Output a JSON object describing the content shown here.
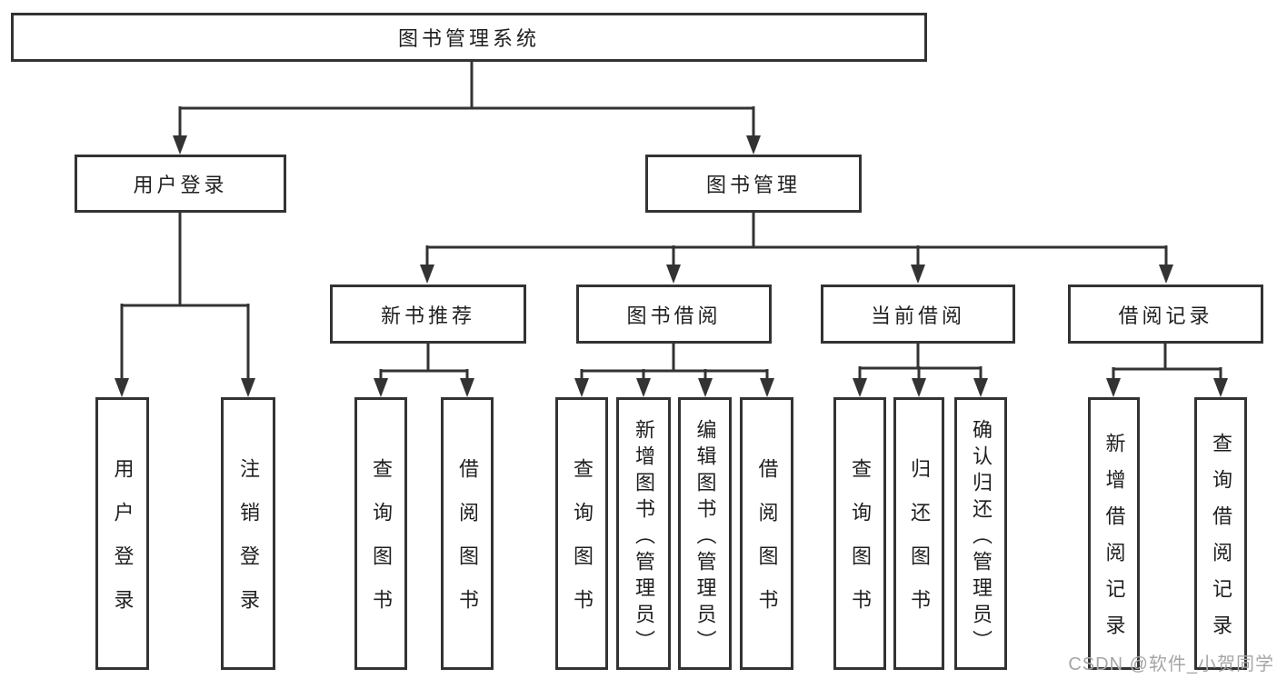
{
  "diagram": {
    "root": {
      "label": "图书管理系统"
    },
    "branches": [
      {
        "label": "用户登录",
        "children": [
          {
            "label": "用户登录"
          },
          {
            "label": "注销登录"
          }
        ]
      },
      {
        "label": "图书管理",
        "children": [
          {
            "label": "新书推荐",
            "children": [
              {
                "label": "查询图书"
              },
              {
                "label": "借阅图书"
              }
            ]
          },
          {
            "label": "图书借阅",
            "children": [
              {
                "label": "查询图书"
              },
              {
                "label": "新增图书（管理员）"
              },
              {
                "label": "编辑图书（管理员）"
              },
              {
                "label": "借阅图书"
              }
            ]
          },
          {
            "label": "当前借阅",
            "children": [
              {
                "label": "查询图书"
              },
              {
                "label": "归还图书"
              },
              {
                "label": "确认归还（管理员）"
              }
            ]
          },
          {
            "label": "借阅记录",
            "children": [
              {
                "label": "新增借阅记录"
              },
              {
                "label": "查询借阅记录"
              }
            ]
          }
        ]
      }
    ],
    "watermark": "CSDN @软件_小贺同学",
    "colors": {
      "line": "#333333",
      "text": "#1f1f1f",
      "watermark": "#a6a6a6",
      "background": "#ffffff"
    }
  }
}
